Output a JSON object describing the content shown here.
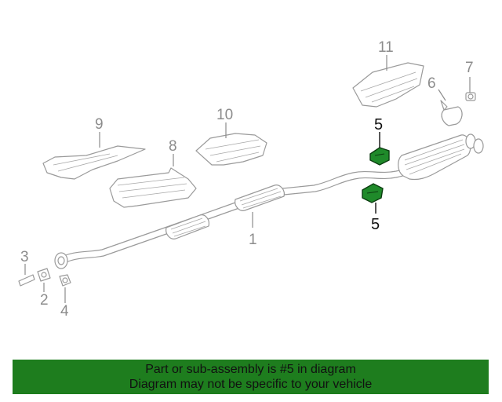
{
  "callouts": {
    "c1": "1",
    "c2": "2",
    "c3": "3",
    "c4": "4",
    "c5_top": "5",
    "c5_bottom": "5",
    "c6": "6",
    "c7": "7",
    "c8": "8",
    "c9": "9",
    "c10": "10",
    "c11": "11"
  },
  "banner": {
    "line1": "Part or sub-assembly is #5 in diagram",
    "line2": "Diagram may not be specific to your vehicle"
  },
  "colors": {
    "highlight_part": "#1f8a2a",
    "banner_bg": "#1e7d1e",
    "line_art": "#9a9a9a"
  }
}
